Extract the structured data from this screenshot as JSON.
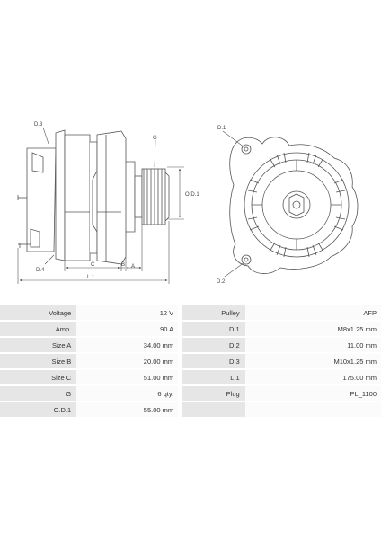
{
  "drawing_labels": {
    "side": {
      "d3": "D.3",
      "d4": "D.4",
      "g": "G",
      "od1": "O.D.1",
      "c": "C",
      "b": "B",
      "a": "A",
      "l1": "L.1"
    },
    "front": {
      "d1": "D.1",
      "d2": "D.2"
    }
  },
  "specs": [
    {
      "left_label": "Voltage",
      "left_value": "12 V",
      "right_label": "Pulley",
      "right_value": "AFP"
    },
    {
      "left_label": "Amp.",
      "left_value": "90 A",
      "right_label": "D.1",
      "right_value": "M8x1.25 mm"
    },
    {
      "left_label": "Size A",
      "left_value": "34.00 mm",
      "right_label": "D.2",
      "right_value": "11.00 mm"
    },
    {
      "left_label": "Size B",
      "left_value": "20.00 mm",
      "right_label": "D.3",
      "right_value": "M10x1.25 mm"
    },
    {
      "left_label": "Size C",
      "left_value": "51.00 mm",
      "right_label": "L.1",
      "right_value": "175.00 mm"
    },
    {
      "left_label": "G",
      "left_value": "6 qty.",
      "right_label": "Plug",
      "right_value": "PL_1100"
    },
    {
      "left_label": "O.D.1",
      "left_value": "55.00 mm",
      "right_label": "",
      "right_value": ""
    }
  ]
}
